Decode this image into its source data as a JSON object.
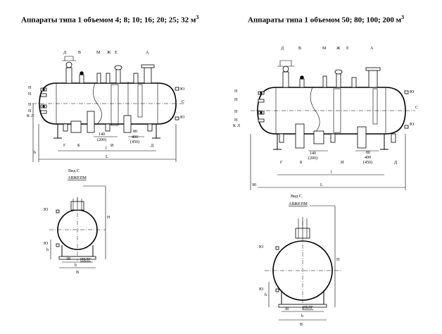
{
  "titles": {
    "left": "Аппараты типа 1 объемом 4; 8; 10; 16; 20; 25; 32 м",
    "right": "Аппараты типа 1 объемом 50; 80; 100; 200 м",
    "superscript": "3"
  },
  "left_front": {
    "top_labels": [
      "Д",
      "В",
      "М",
      "Ж",
      "Е",
      "А"
    ],
    "left_labels": [
      "Н",
      "Н",
      "Н",
      "Н",
      "К",
      "Л"
    ],
    "right_labels": [
      "Ю",
      "С",
      "Ю"
    ],
    "bottom_labels": [
      "Г",
      "Б",
      "И",
      "Д"
    ],
    "dims": {
      "d140": "140",
      "d200": "(200)",
      "d80": "80",
      "d400": "400",
      "d450": "(450)",
      "L": "L",
      "l": "l",
      "h": "h"
    }
  },
  "right_front": {
    "top_labels": [
      "Д",
      "В",
      "М",
      "Ж",
      "Е",
      "А"
    ],
    "left_labels": [
      "Н",
      "Н",
      "Н",
      "Н",
      "К",
      "Л"
    ],
    "right_labels": [
      "Ю",
      "С",
      "Ю"
    ],
    "bottom_labels": [
      "Г",
      "Б",
      "И",
      "Д"
    ],
    "dims": {
      "d140": "140",
      "d200": "(200)",
      "d80": "80",
      "d400": "400",
      "d450": "(450)",
      "L": "L",
      "l": "l",
      "d90": "90"
    }
  },
  "left_side": {
    "view": "Вид С",
    "letters": "АВЖЕПМ",
    "labels": [
      "Ю",
      "Ю"
    ],
    "bottom": "ИБЛГ",
    "dims": {
      "b": "b",
      "B": "B",
      "H": "H",
      "h": "h",
      "d38": "38"
    }
  },
  "right_side": {
    "view": "Вид С",
    "letters": "АВЖЕПМ",
    "labels": [
      "Ю",
      "Ю"
    ],
    "bottom": "ИБЛГ",
    "dims": {
      "b": "b",
      "B": "B",
      "H": "H",
      "h": "h",
      "d38": "38"
    }
  }
}
